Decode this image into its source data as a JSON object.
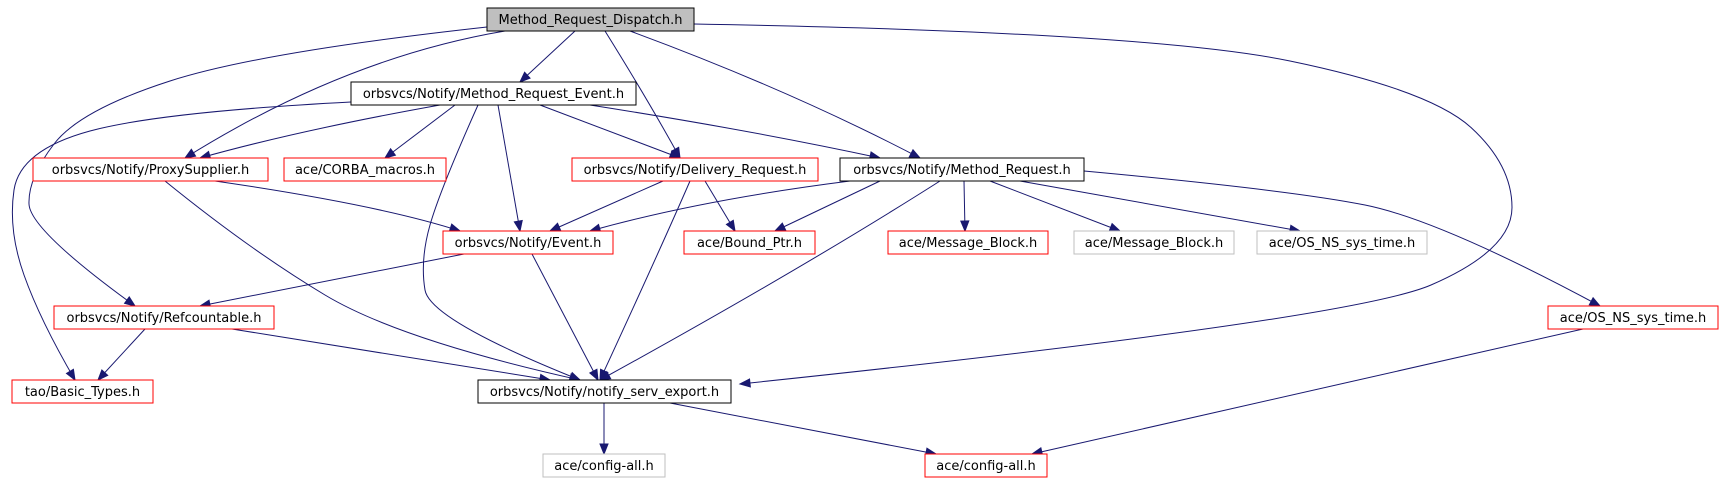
{
  "colors": {
    "edge": "#191970",
    "border_normal": "#000000",
    "border_red": "#ff0000",
    "border_gray": "#bfbfbf",
    "fill_root": "#bfbfbf",
    "fill_normal": "#ffffff"
  },
  "nodes": {
    "method_request_dispatch": "Method_Request_Dispatch.h",
    "method_request_event": "orbsvcs/Notify/Method_Request_Event.h",
    "proxy_supplier": "orbsvcs/Notify/ProxySupplier.h",
    "corba_macros": "ace/CORBA_macros.h",
    "delivery_request": "orbsvcs/Notify/Delivery_Request.h",
    "method_request": "orbsvcs/Notify/Method_Request.h",
    "event": "orbsvcs/Notify/Event.h",
    "bound_ptr": "ace/Bound_Ptr.h",
    "message_block_red": "ace/Message_Block.h",
    "message_block_gray": "ace/Message_Block.h",
    "os_ns_sys_time_gray": "ace/OS_NS_sys_time.h",
    "refcountable": "orbsvcs/Notify/Refcountable.h",
    "os_ns_sys_time_red": "ace/OS_NS_sys_time.h",
    "basic_types": "tao/Basic_Types.h",
    "notify_serv_export": "orbsvcs/Notify/notify_serv_export.h",
    "config_all_gray": "ace/config-all.h",
    "config_all_red": "ace/config-all.h"
  }
}
